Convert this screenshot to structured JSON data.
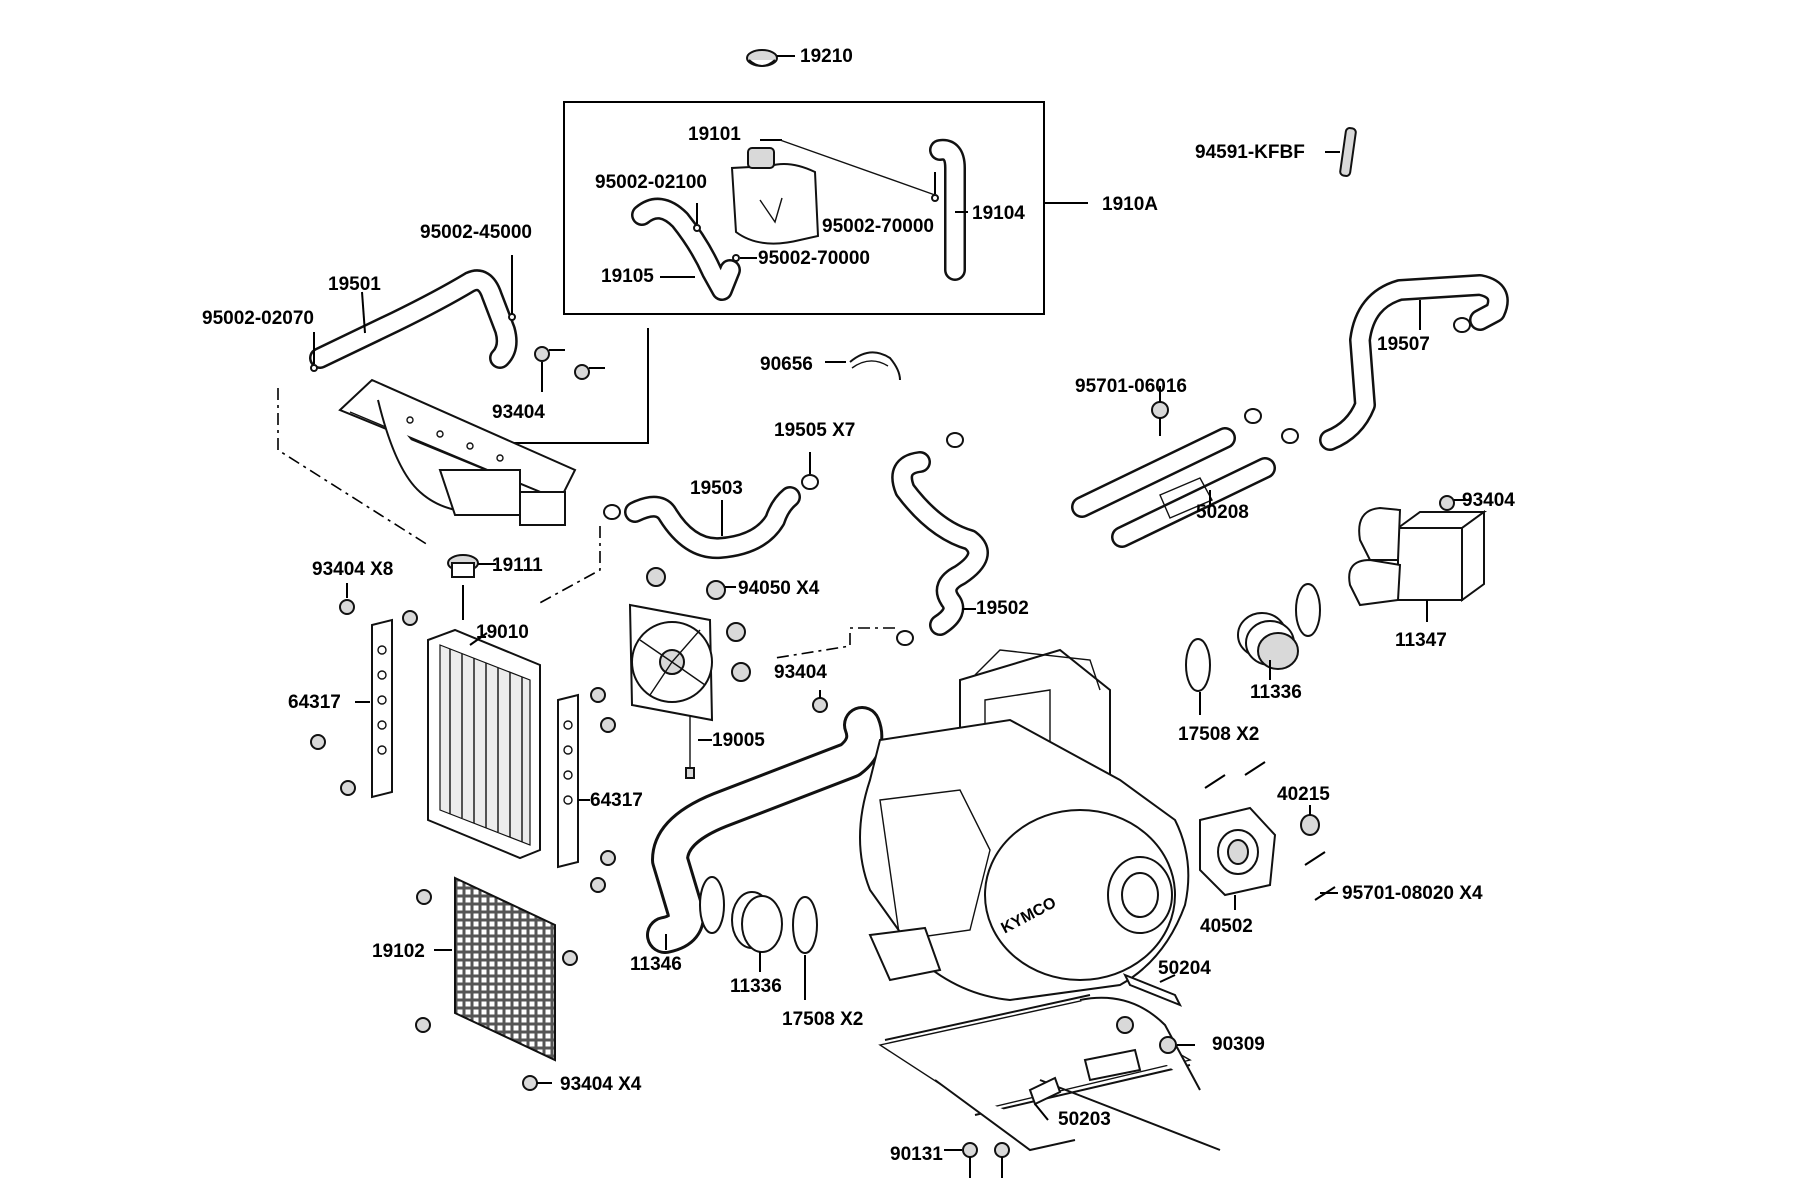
{
  "callouts": {
    "p19210": "19210",
    "p19101": "19101",
    "p95002_02100": "95002-02100",
    "p95002_70000_a": "95002-70000",
    "p19104": "19104",
    "p1910A": "1910A",
    "p94591": "94591-KFBF",
    "p19105": "19105",
    "p95002_70000_b": "95002-70000",
    "p95002_45000": "95002-45000",
    "p19501": "19501",
    "p95002_02070": "95002-02070",
    "p93404_a": "93404",
    "p90656": "90656",
    "p95701_06016": "95701-06016",
    "p19507": "19507",
    "p19505": "19505 X7",
    "p19503": "19503",
    "p50208": "50208",
    "p93404_b": "93404",
    "p93404_x8": "93404 X8",
    "p19111": "19111",
    "p94050": "94050 X4",
    "p19502": "19502",
    "p11347": "11347",
    "p19010": "19010",
    "p93404_c": "93404",
    "p64317_a": "64317",
    "p19005": "19005",
    "p11336_a": "11336",
    "p17508_a": "17508 X2",
    "p40215": "40215",
    "p64317_b": "64317",
    "p95701_08020": "95701-08020 X4",
    "p40502": "40502",
    "p19102": "19102",
    "p11346": "11346",
    "p11336_b": "11336",
    "p17508_b": "17508 X2",
    "p50204": "50204",
    "p90309": "90309",
    "p93404_x4": "93404 X4",
    "p50203": "50203",
    "p90131": "90131"
  },
  "engine_brand": "KYMCO"
}
